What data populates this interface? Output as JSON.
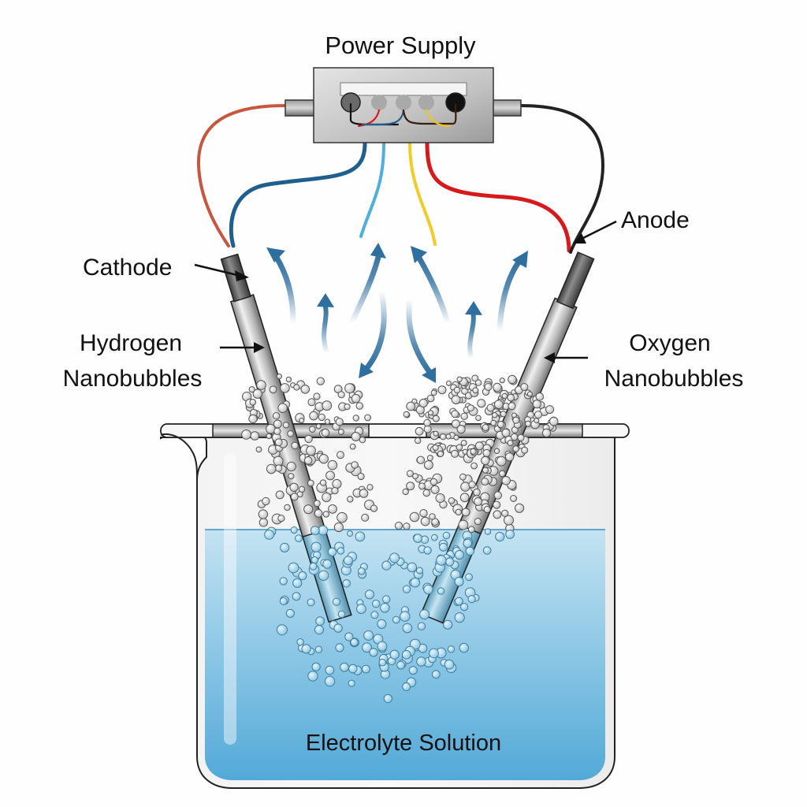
{
  "diagram": {
    "title": "Power Supply",
    "labels": {
      "cathode": "Cathode",
      "anode": "Anode",
      "hydrogen_line1": "Hydrogen",
      "hydrogen_line2": "Nanobubbles",
      "oxygen_line1": "Oxygen",
      "oxygen_line2": "Nanobubbles",
      "electrolyte": "Electrolyte Solution"
    },
    "components": [
      {
        "id": "power-supply",
        "name": "Power Supply",
        "terminals": 5
      },
      {
        "id": "cathode",
        "name": "Cathode",
        "produces": "Hydrogen Nanobubbles",
        "wire_color": "#c8553d"
      },
      {
        "id": "anode",
        "name": "Anode",
        "produces": "Oxygen Nanobubbles",
        "wire_color": "#222222"
      },
      {
        "id": "beaker",
        "name": "Beaker"
      },
      {
        "id": "electrolyte",
        "name": "Electrolyte Solution"
      }
    ],
    "colors": {
      "wire_orange": "#c8553d",
      "wire_dark_blue": "#1f5f8f",
      "wire_light_blue": "#3aa7d8",
      "wire_yellow": "#f2c511",
      "wire_red": "#d7191c",
      "wire_black": "#222222",
      "arrow_blue": "#2f6f9f",
      "liquid_top": "#bfe0f0",
      "liquid_bottom": "#5ab0dc"
    }
  }
}
